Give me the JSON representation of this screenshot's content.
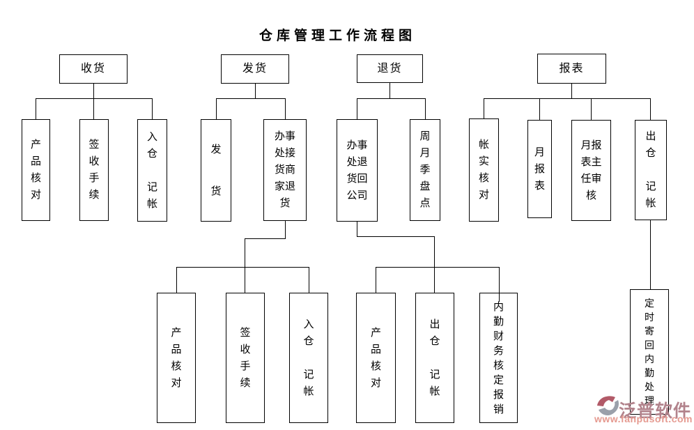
{
  "title": "仓库管理工作流程图",
  "nodes": {
    "receive": "收货",
    "ship": "发货",
    "return": "退货",
    "report": "报表",
    "receive_product_check": "产\n品\n核\n对",
    "receive_sign_procedure": "签\n收\n手\n续",
    "receive_warehouse_book": "入\n仓\n\n记\n帐",
    "ship_dispatch": "发\n\n货",
    "ship_office_pickup_return": "办事\n处接\n货商\n家退\n货",
    "return_office_to_company": "办事\n处退\n货回\n公司",
    "return_stocktake": "周\n月\n季\n盘\n点",
    "report_account_check": "帐\n实\n核\n对",
    "report_monthly": "月\n报\n表",
    "report_director_audit": "月报\n表主\n任审\n核",
    "report_outbound_book": "出\n仓\n\n记\n帐",
    "ship_sub_product_check": "产\n品\n核\n对",
    "ship_sub_sign_procedure": "签\n收\n手\n续",
    "ship_sub_warehouse_book": "入\n仓\n\n记\n帐",
    "return_sub_product_check": "产\n品\n核\n对",
    "return_sub_outbound_book": "出\n仓\n\n记\n帐",
    "return_sub_finance_approve": "内\n勤\n财\n务\n核\n定\n报\n销",
    "report_sub_mail_back": "定\n时\n寄\n回\n内\n勤\n处\n理"
  },
  "watermark": {
    "brand": "泛普软件",
    "url": "www.fanpusoft.com"
  },
  "colors": {
    "line": "#000000",
    "title": "#000000",
    "watermark_brand": "#b2838c",
    "watermark_url": "#e59a90",
    "logo_rose": "#b25a68",
    "logo_gray": "#9aa0aa"
  }
}
